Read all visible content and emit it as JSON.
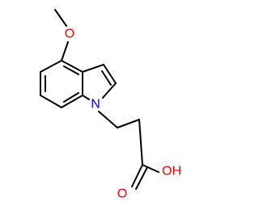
{
  "molecule": {
    "atoms": {
      "methoxy_oxygen": "O",
      "ring_nitrogen": "N",
      "carbonyl_oxygen": "O",
      "hydroxyl_group": "OH"
    },
    "colors": {
      "bond": "#000000",
      "oxygen": "#ff0000",
      "nitrogen": "#0000ff"
    }
  }
}
